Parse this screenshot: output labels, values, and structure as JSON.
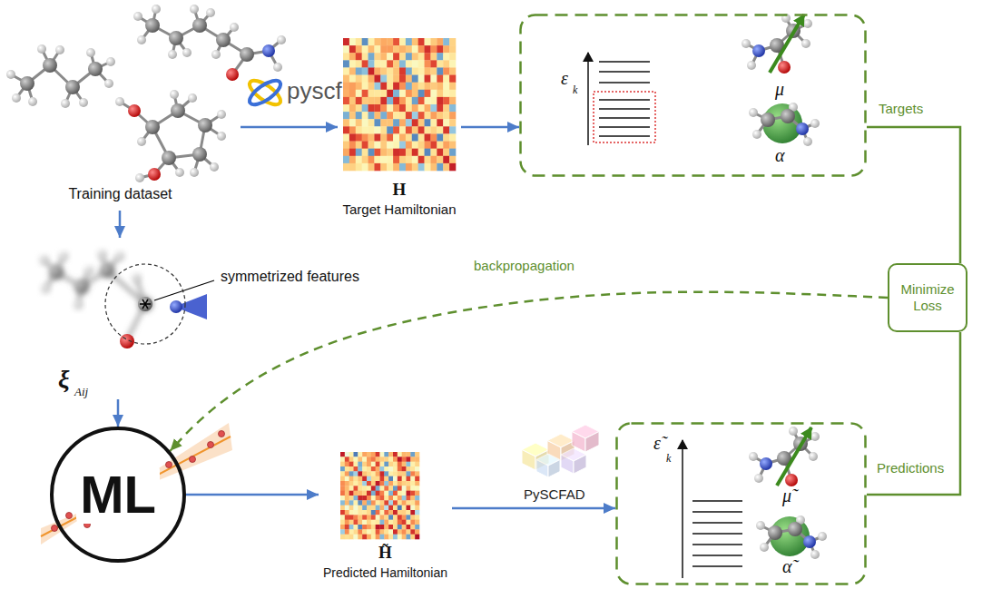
{
  "diagram": {
    "nodes": [
      {
        "text": [
          "Training dataset"
        ]
      },
      {
        "text": [
          "H",
          "Target Hamiltonian"
        ]
      },
      {
        "text": [
          "ε",
          "k",
          "μ",
          "α"
        ]
      },
      {
        "text": [
          "symmetrized features",
          "ξ",
          "Aij"
        ]
      },
      {
        "text": [
          "ML"
        ]
      },
      {
        "text": [
          "H̃",
          "Predicted Hamiltonian"
        ]
      },
      {
        "text": [
          "ε̃",
          "k",
          "μ̃",
          "α̃"
        ]
      },
      {
        "text": [
          "Minimize Loss"
        ]
      }
    ],
    "edges": [
      {
        "from": 0,
        "to": 1,
        "arrow": "to",
        "label": "pyscf"
      },
      {
        "from": 1,
        "to": 2,
        "arrow": "to"
      },
      {
        "from": 0,
        "to": 3,
        "arrow": "to"
      },
      {
        "from": 3,
        "to": 4,
        "arrow": "to"
      },
      {
        "from": 4,
        "to": 5,
        "arrow": "to"
      },
      {
        "from": 5,
        "to": 6,
        "arrow": "to",
        "label": "PySCFAD"
      },
      {
        "from": 2,
        "to": 7,
        "arrow": "none",
        "label": "Targets"
      },
      {
        "from": 6,
        "to": 7,
        "arrow": "none",
        "label": "Predictions"
      },
      {
        "from": 7,
        "to": 4,
        "arrow": "to",
        "label": "backpropagation"
      }
    ]
  }
}
